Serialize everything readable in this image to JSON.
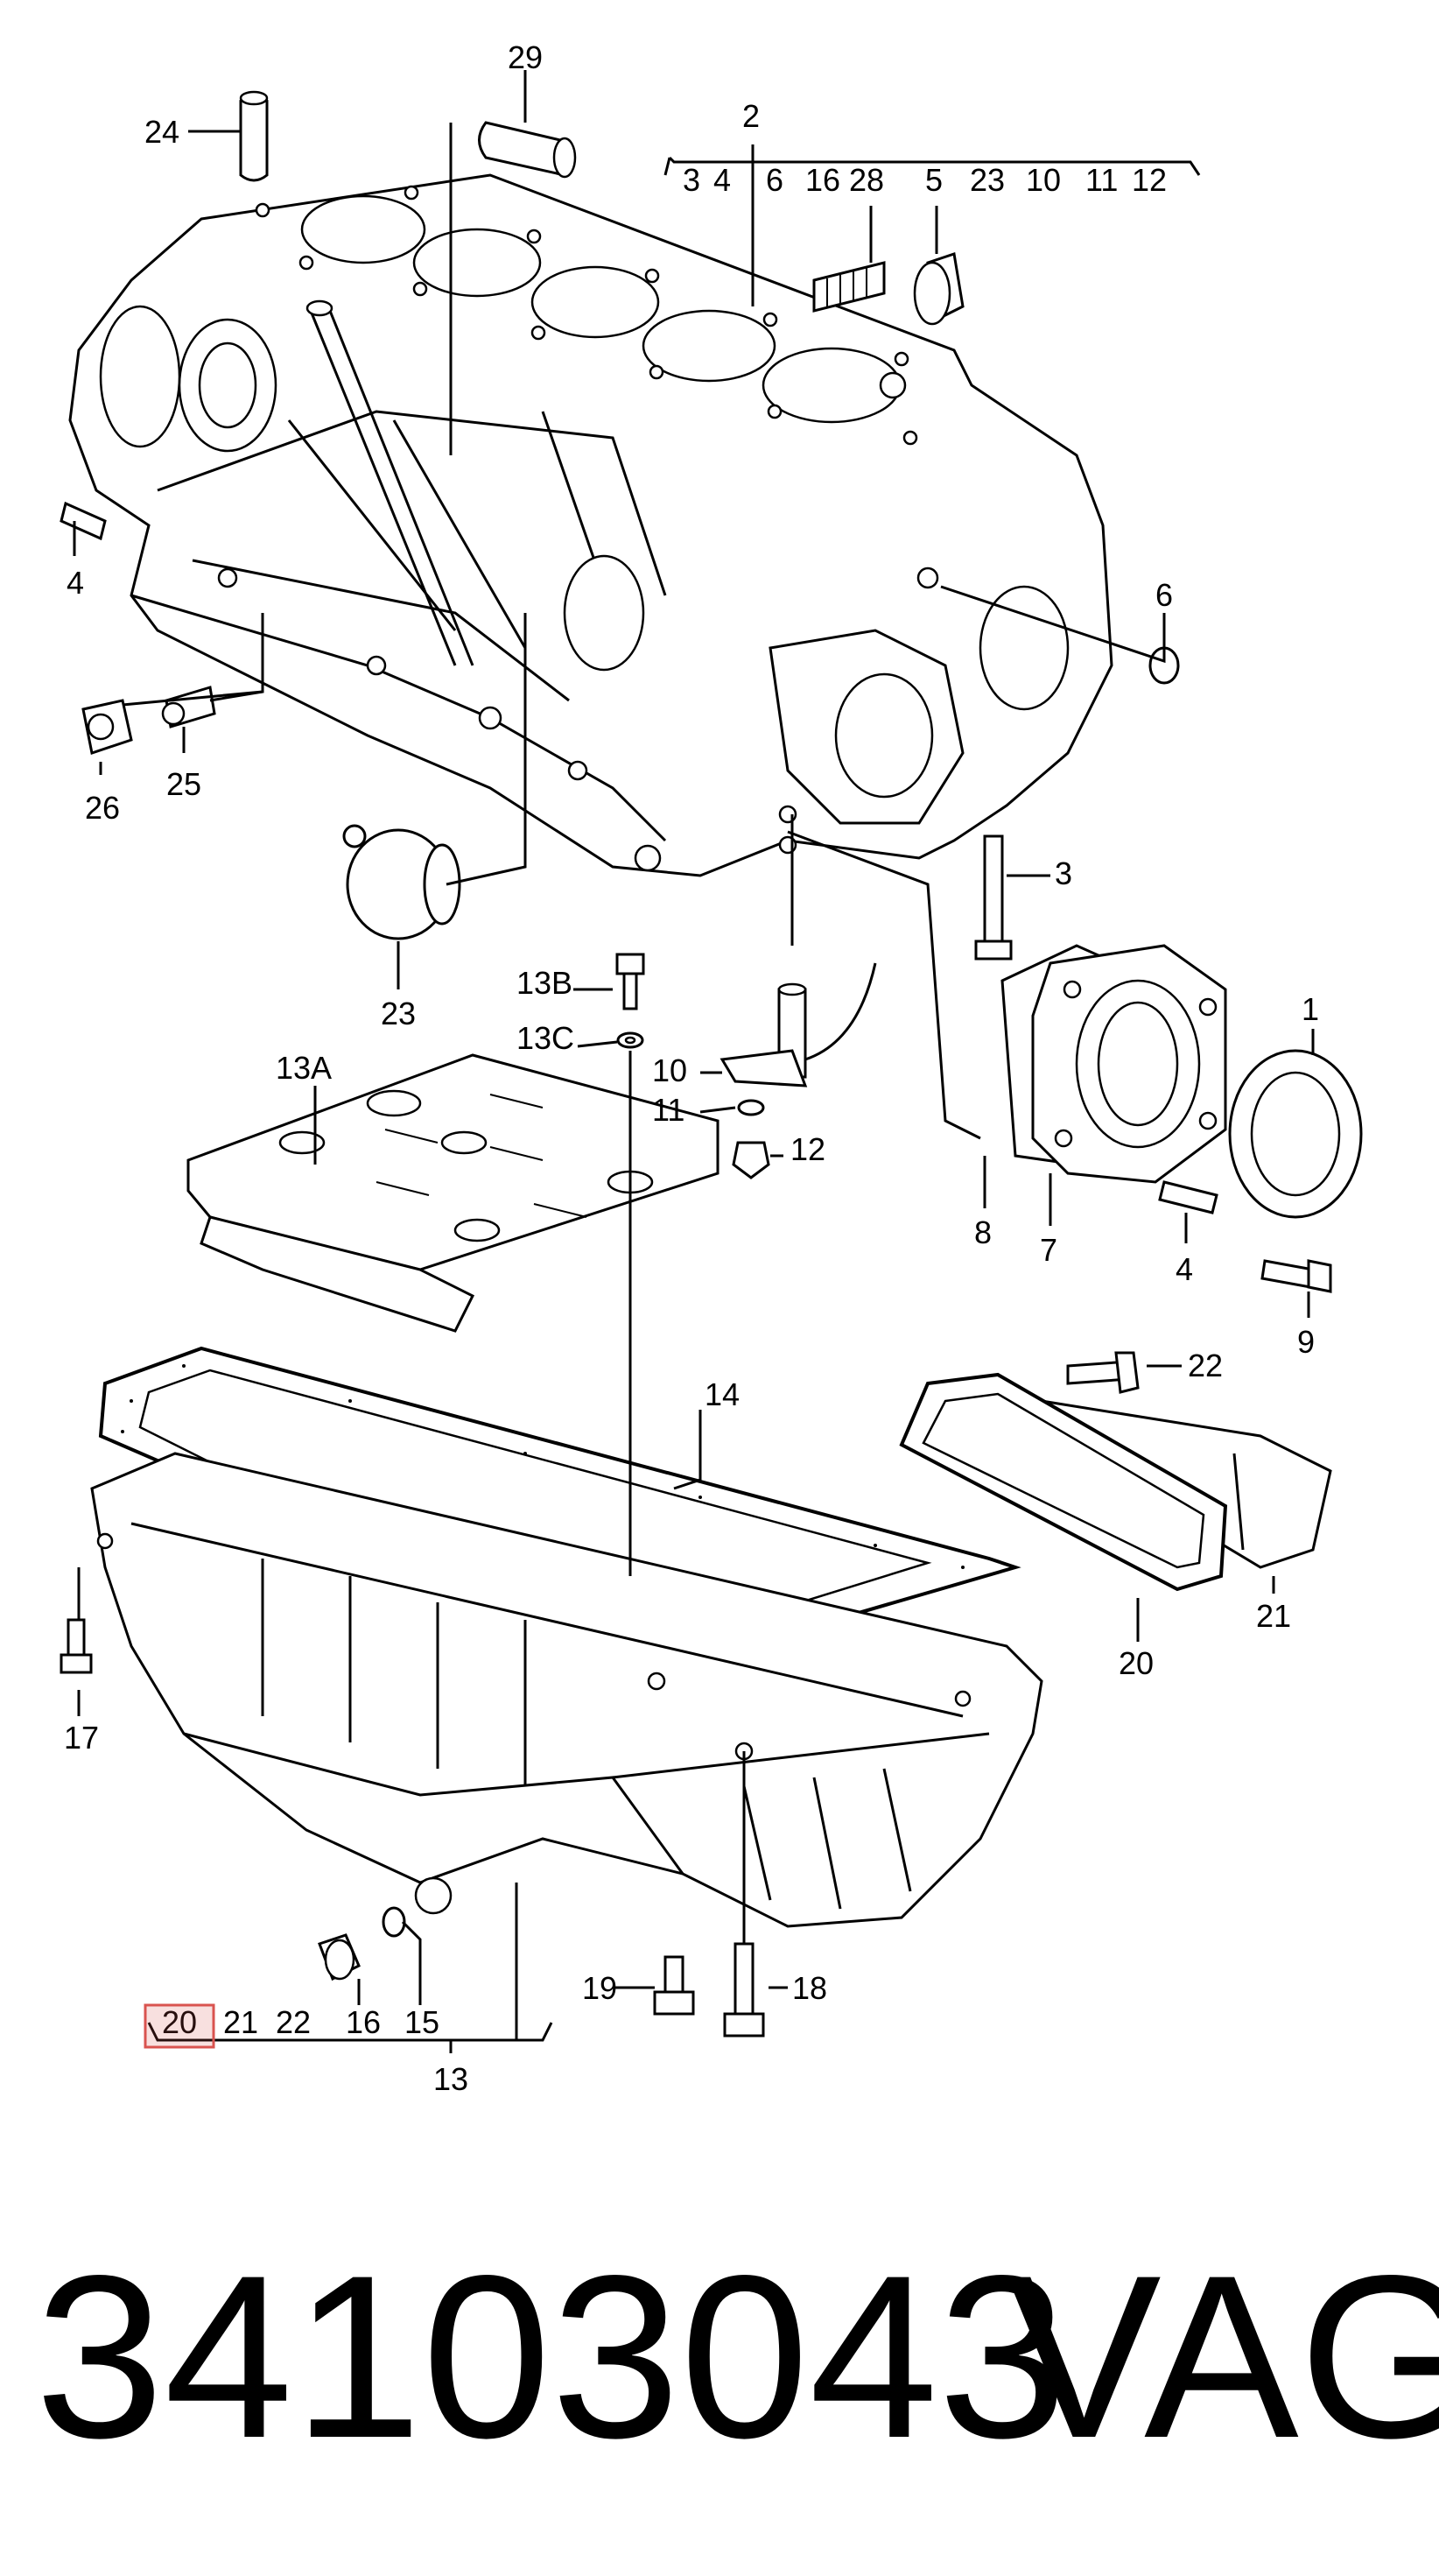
{
  "labels": {
    "l24": "24",
    "l29": "29",
    "l2": "2",
    "g3": "3",
    "g4": "4",
    "g6": "6",
    "g16": "16",
    "g28": "28",
    "g5": "5",
    "g23": "23",
    "g10": "10",
    "g11": "11",
    "g12": "12",
    "l4a": "4",
    "l6": "6",
    "l26": "26",
    "l25": "25",
    "l3": "3",
    "l23": "23",
    "l13B": "13B",
    "l13C": "13C",
    "l13A": "13A",
    "l10": "10",
    "l11": "11",
    "l12": "12",
    "l1": "1",
    "l8": "8",
    "l7": "7",
    "l4b": "4",
    "l9": "9",
    "l14": "14",
    "l22": "22",
    "l17": "17",
    "l21": "21",
    "l20": "20",
    "l19": "19",
    "l18": "18",
    "b20": "20",
    "b21": "21",
    "b22": "22",
    "l16": "16",
    "l15": "15",
    "l13": "13"
  },
  "highlight_color": "#d9534f",
  "part_number": "34103043",
  "brand": "VAG"
}
